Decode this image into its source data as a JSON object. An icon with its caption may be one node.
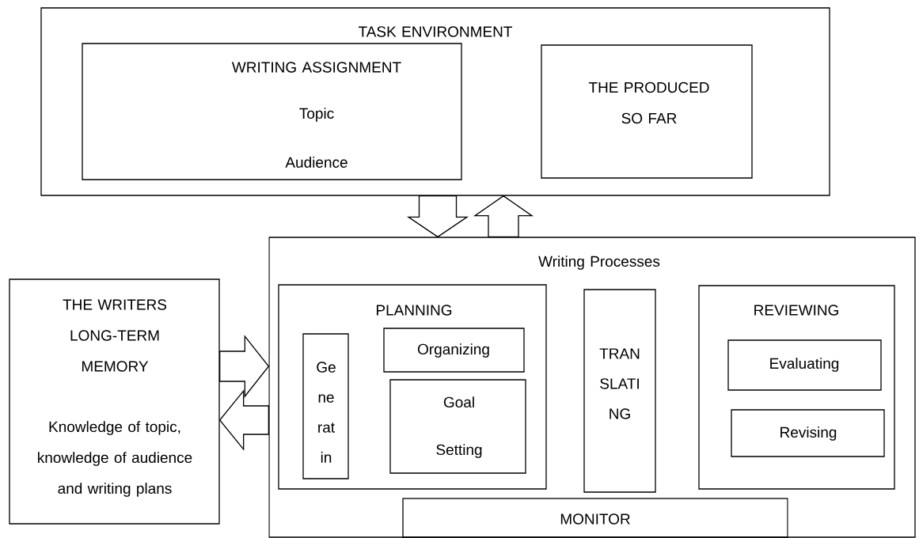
{
  "diagram": {
    "nodes": [
      {
        "text": [
          "TASK ENVIRONMENT"
        ]
      },
      {
        "text": [
          "WRITING ASSIGNMENT",
          "Topic",
          "Audience"
        ],
        "in": 0
      },
      {
        "text": [
          "THE PRODUCED SO FAR"
        ],
        "in": 0
      },
      {
        "text": [
          "Writing Processes"
        ]
      },
      {
        "text": [
          "THE WRITERS LONG-TERM MEMORY",
          "Knowledge of topic, knowledge of audience and writing plans"
        ]
      },
      {
        "text": [
          "PLANNING"
        ],
        "in": 3
      },
      {
        "text": [
          "Ge ne rat in"
        ],
        "in": 5
      },
      {
        "text": [
          "Organizing"
        ],
        "in": 5
      },
      {
        "text": [
          "Goal Setting"
        ],
        "in": 5
      },
      {
        "text": [
          "TRAN SLATI NG"
        ],
        "in": 3
      },
      {
        "text": [
          "REVIEWING"
        ],
        "in": 3
      },
      {
        "text": [
          "Evaluating"
        ],
        "in": 10
      },
      {
        "text": [
          "Revising"
        ],
        "in": 10
      },
      {
        "text": [
          "MONITOR"
        ],
        "in": 3
      }
    ],
    "edges": [
      {
        "from": 0,
        "to": 3,
        "arrow": "to"
      },
      {
        "from": 3,
        "to": 0,
        "arrow": "to"
      },
      {
        "from": 4,
        "to": 3,
        "arrow": "to"
      },
      {
        "from": 3,
        "to": 4,
        "arrow": "to"
      }
    ]
  }
}
